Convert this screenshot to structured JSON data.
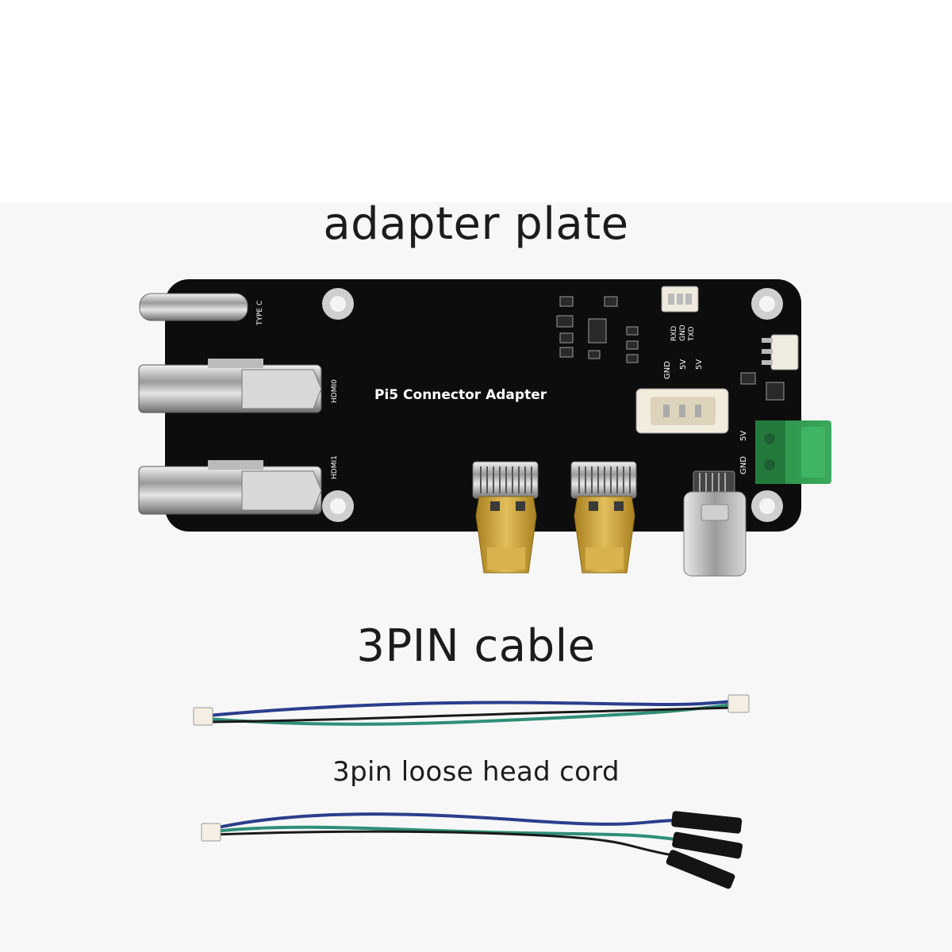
{
  "headings": {
    "adapter_plate": "adapter plate",
    "cable": "3PIN cable",
    "loose_cord": "3pin loose head cord"
  },
  "board": {
    "name": "Pi5 Connector Adapter",
    "labels": {
      "type_c": "TYPE C",
      "hdmi0": "HDMI0",
      "hdmi1": "HDMI1",
      "rxd": "RXD",
      "gnd_top": "GND",
      "txd": "TXD",
      "gnd_mid": "GND",
      "v5_a": "5V",
      "v5_b": "5V",
      "v5_side": "5V",
      "gnd_side": "GND"
    }
  },
  "colors": {
    "board": "#0d0d0d",
    "terminal_block": "#2e9a4f",
    "gold": "#c9a23c",
    "wire_blue": "#2b3e8c",
    "wire_green": "#2f8f78",
    "wire_black": "#1a1a1a"
  }
}
